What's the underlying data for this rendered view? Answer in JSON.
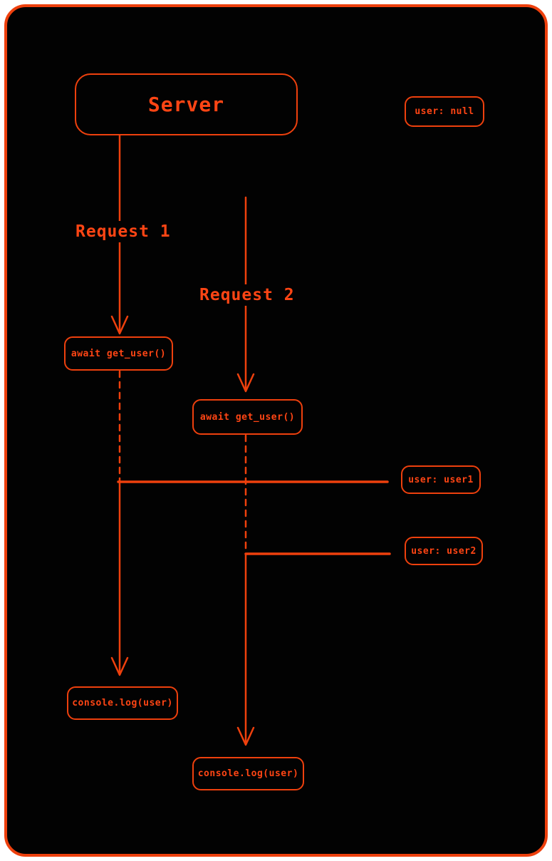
{
  "colors": {
    "page_background": "#ffffff",
    "canvas_background": "#020202",
    "stroke": "#ee400d",
    "accent_text": "#ff4514"
  },
  "diagram": {
    "nodes": {
      "server": {
        "label": "Server"
      },
      "user_state_initial": {
        "label": "user: null"
      },
      "await_get_user_1": {
        "label": "await get_user()"
      },
      "await_get_user_2": {
        "label": "await get_user()"
      },
      "user_state_1": {
        "label": "user: user1"
      },
      "user_state_2": {
        "label": "user: user2"
      },
      "console_log_1": {
        "label": "console.log(user)"
      },
      "console_log_2": {
        "label": "console.log(user)"
      }
    },
    "edge_labels": {
      "request1": "Request 1",
      "request2": "Request 2"
    },
    "edges": [
      {
        "from": "server",
        "to": "await_get_user_1",
        "label": "Request 1",
        "style": "solid-arrow"
      },
      {
        "from": "server",
        "to": "await_get_user_2",
        "label": "Request 2",
        "style": "solid-arrow"
      },
      {
        "from": "await_get_user_1",
        "to": "user_state_1",
        "style": "dashed-wait-then-solid-horizontal"
      },
      {
        "from": "await_get_user_2",
        "to": "user_state_2",
        "style": "dashed-wait-then-solid-horizontal"
      },
      {
        "from": "user_state_1",
        "to": "console_log_1",
        "style": "solid-arrow"
      },
      {
        "from": "user_state_2",
        "to": "console_log_2",
        "style": "solid-arrow"
      }
    ]
  }
}
